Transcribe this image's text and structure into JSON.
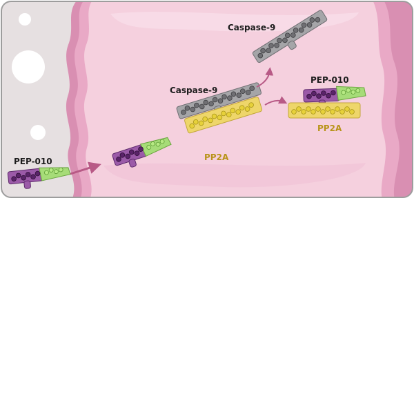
{
  "labels": {
    "pep010_left": "PEP-010",
    "caspase9_top": "Caspase-9",
    "caspase9_middle": "Caspase-9",
    "pp2a_middle": "PP2A",
    "pep010_right": "PEP-010",
    "pp2a_right": "PP2A"
  },
  "colors": {
    "panel_background": "#e6e0e1",
    "cell_outer": "#d98fb2",
    "cell_inner": "#f7cadb",
    "cytoplasm": "#f5d0de",
    "pep010_purple": "#7c3f8c",
    "pep010_green": "#8fcf62",
    "caspase9_gray": "#a5a5a8",
    "pp2a_yellow": "#eed66a",
    "arrow": "#b85a86",
    "label_dark": "#1c1c1c",
    "label_gold": "#b89319"
  }
}
